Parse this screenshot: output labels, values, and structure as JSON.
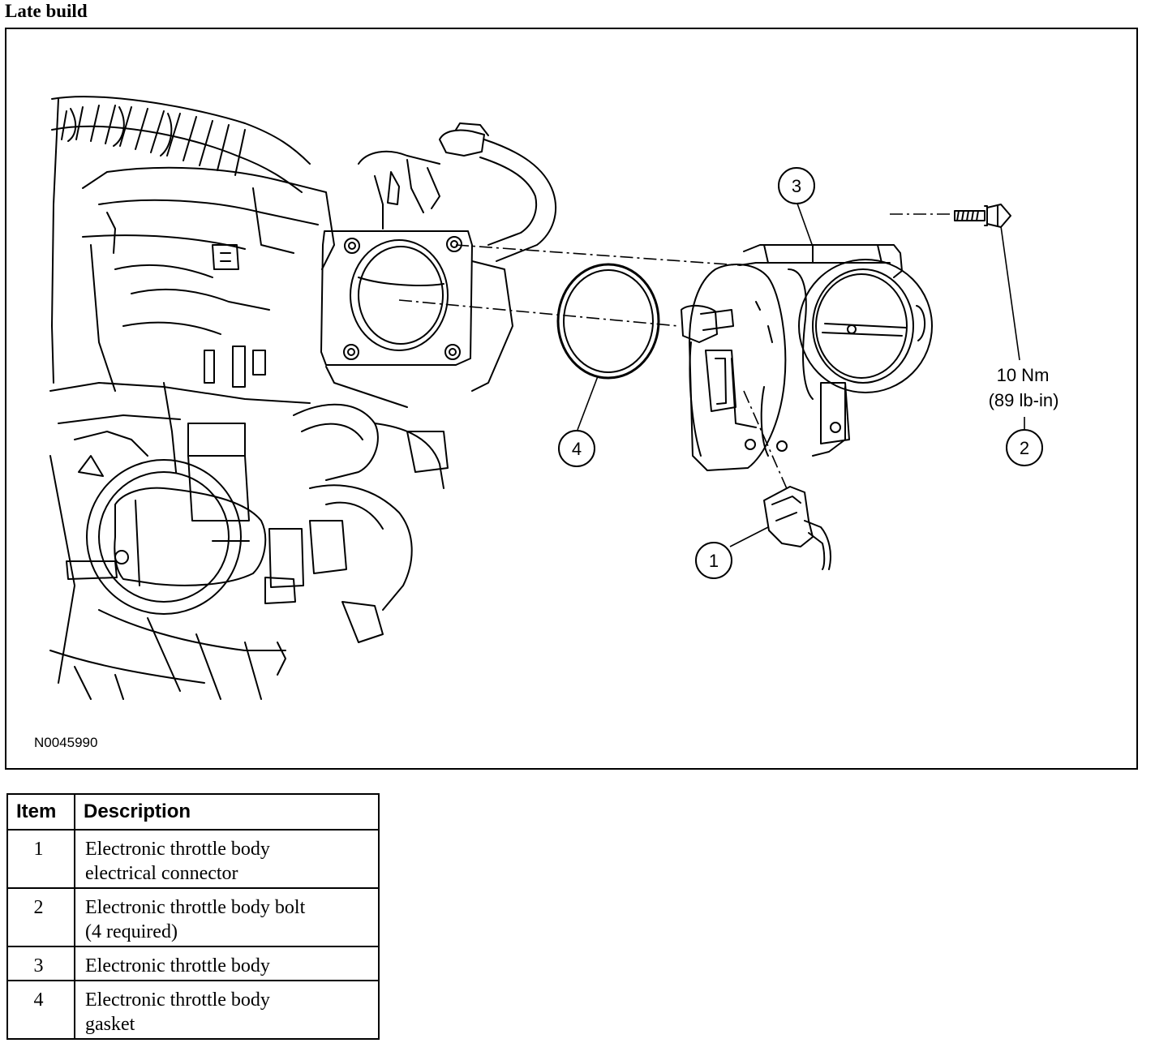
{
  "section_title": "Late build",
  "figure": {
    "code": "N0045990",
    "callouts": [
      {
        "id": "callout-1",
        "number": "1"
      },
      {
        "id": "callout-2",
        "number": "2"
      },
      {
        "id": "callout-3",
        "number": "3"
      },
      {
        "id": "callout-4",
        "number": "4"
      }
    ],
    "torque_spec": {
      "line1": "10 Nm",
      "line2": "(89 lb-in)"
    }
  },
  "legend": {
    "headers": {
      "item": "Item",
      "description": "Description"
    },
    "rows": [
      {
        "item": "1",
        "line1": "Electronic throttle body",
        "line2": "electrical connector"
      },
      {
        "item": "2",
        "line1": "Electronic throttle body bolt",
        "line2": "(4 required)"
      },
      {
        "item": "3",
        "line1": "Electronic throttle body",
        "line2": ""
      },
      {
        "item": "4",
        "line1": "Electronic throttle body",
        "line2": "gasket"
      }
    ]
  }
}
